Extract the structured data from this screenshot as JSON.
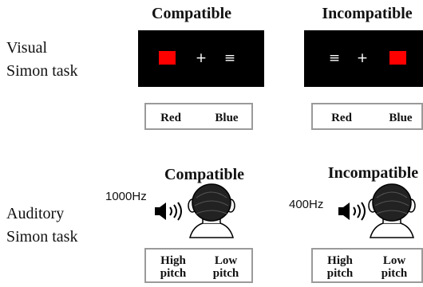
{
  "visual": {
    "row_label_line1": "Visual",
    "row_label_line2": "Simon task",
    "compatible": {
      "title": "Compatible",
      "left_glyph": "■",
      "center_glyph": "+",
      "right_glyph": "≡",
      "responses": [
        "Red",
        "Blue"
      ]
    },
    "incompatible": {
      "title": "Incompatible",
      "left_glyph": "≡",
      "center_glyph": "+",
      "right_glyph": "■",
      "responses": [
        "Red",
        "Blue"
      ]
    }
  },
  "auditory": {
    "row_label_line1": "Auditory",
    "row_label_line2": "Simon task",
    "compatible": {
      "title": "Compatible",
      "frequency": "1000Hz",
      "responses": [
        [
          "High",
          "pitch"
        ],
        [
          "Low",
          "pitch"
        ]
      ]
    },
    "incompatible": {
      "title": "Incompatible",
      "frequency": "400Hz",
      "responses": [
        [
          "High",
          "pitch"
        ],
        [
          "Low",
          "pitch"
        ]
      ]
    }
  },
  "colors": {
    "screen": "#000000",
    "stimulus_red": "#ff0000",
    "box_border": "#9a9a9a"
  }
}
